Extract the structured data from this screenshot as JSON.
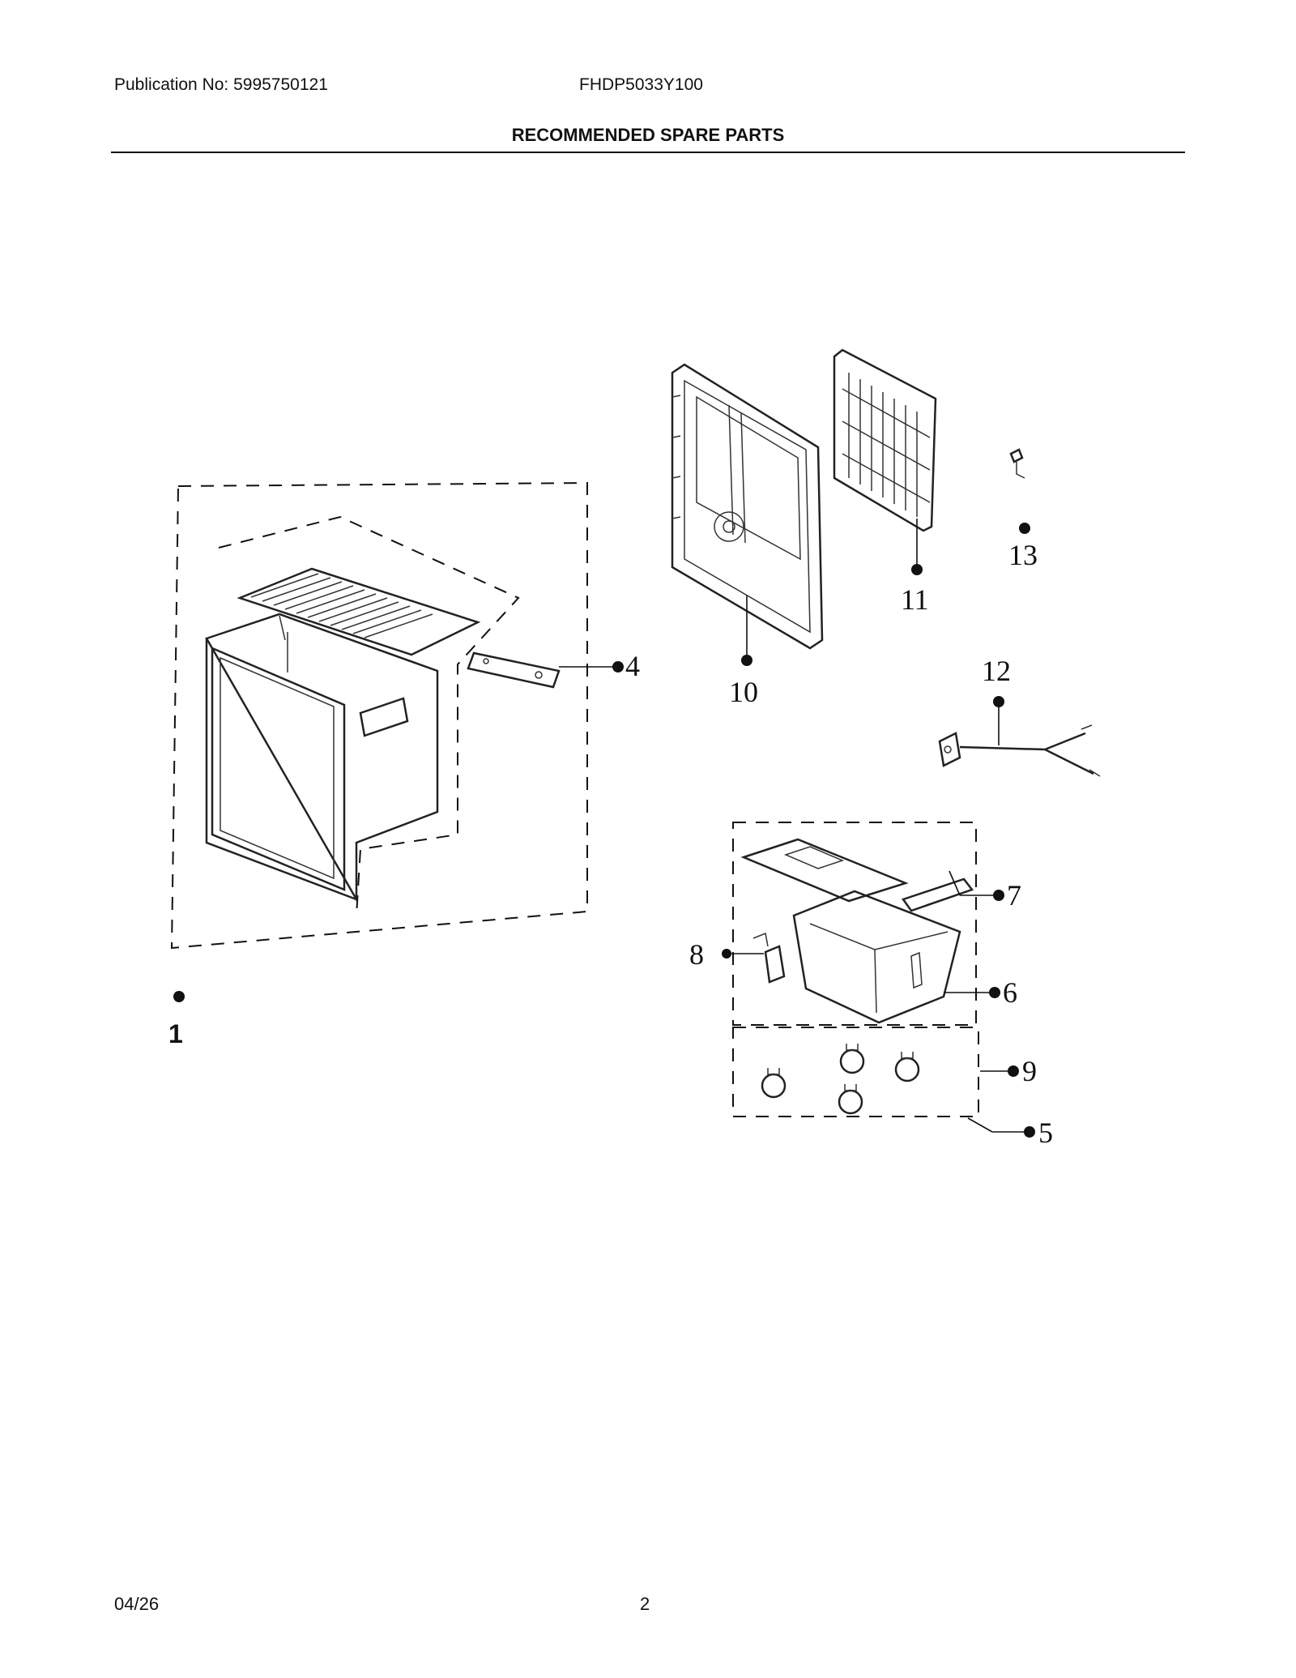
{
  "header": {
    "publication": "Publication No: 5995750121",
    "model": "FHDP5033Y100",
    "title": "RECOMMENDED SPARE PARTS"
  },
  "footer": {
    "date": "04/26",
    "page": "2"
  },
  "callouts": {
    "c1": "1",
    "c4": "4",
    "c5": "5",
    "c6": "6",
    "c7": "7",
    "c8": "8",
    "c9": "9",
    "c10": "10",
    "c11": "11",
    "c12": "12",
    "c13": "13"
  }
}
